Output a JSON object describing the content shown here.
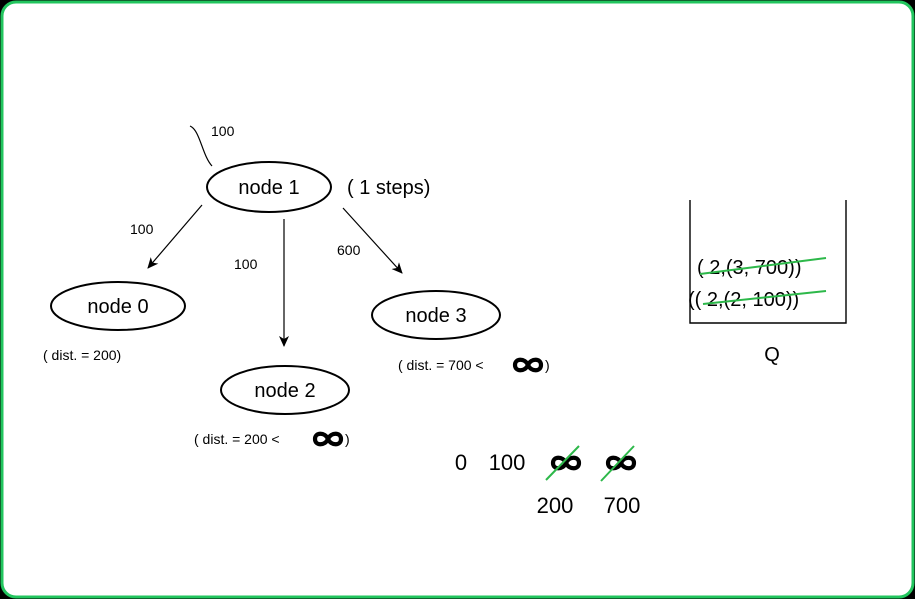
{
  "colors": {
    "frame": "#22c55e",
    "background": "#ffffff",
    "ink": "#000000",
    "strike": "#2db84a"
  },
  "icons": {
    "infinity": "infinity-icon"
  },
  "graph": {
    "incoming_weight": "100",
    "nodes": {
      "node1": {
        "label": "node 1",
        "note": "( 1 steps)"
      },
      "node0": {
        "label": "node 0",
        "note": "( dist. = 200)"
      },
      "node2": {
        "label": "node 2",
        "note": "( dist. = 200 <"
      },
      "node3": {
        "label": "node 3",
        "note": "( dist. = 700 <"
      }
    },
    "note_close": ")",
    "edges": {
      "to_node0": "100",
      "to_node2": "100",
      "to_node3": "600"
    }
  },
  "queue": {
    "label": "Q",
    "entries": [
      "( 2,(3, 700))",
      "(( 2,(2, 100))"
    ]
  },
  "distances": {
    "row": [
      "0",
      "100"
    ],
    "updated": [
      "200",
      "700"
    ]
  }
}
